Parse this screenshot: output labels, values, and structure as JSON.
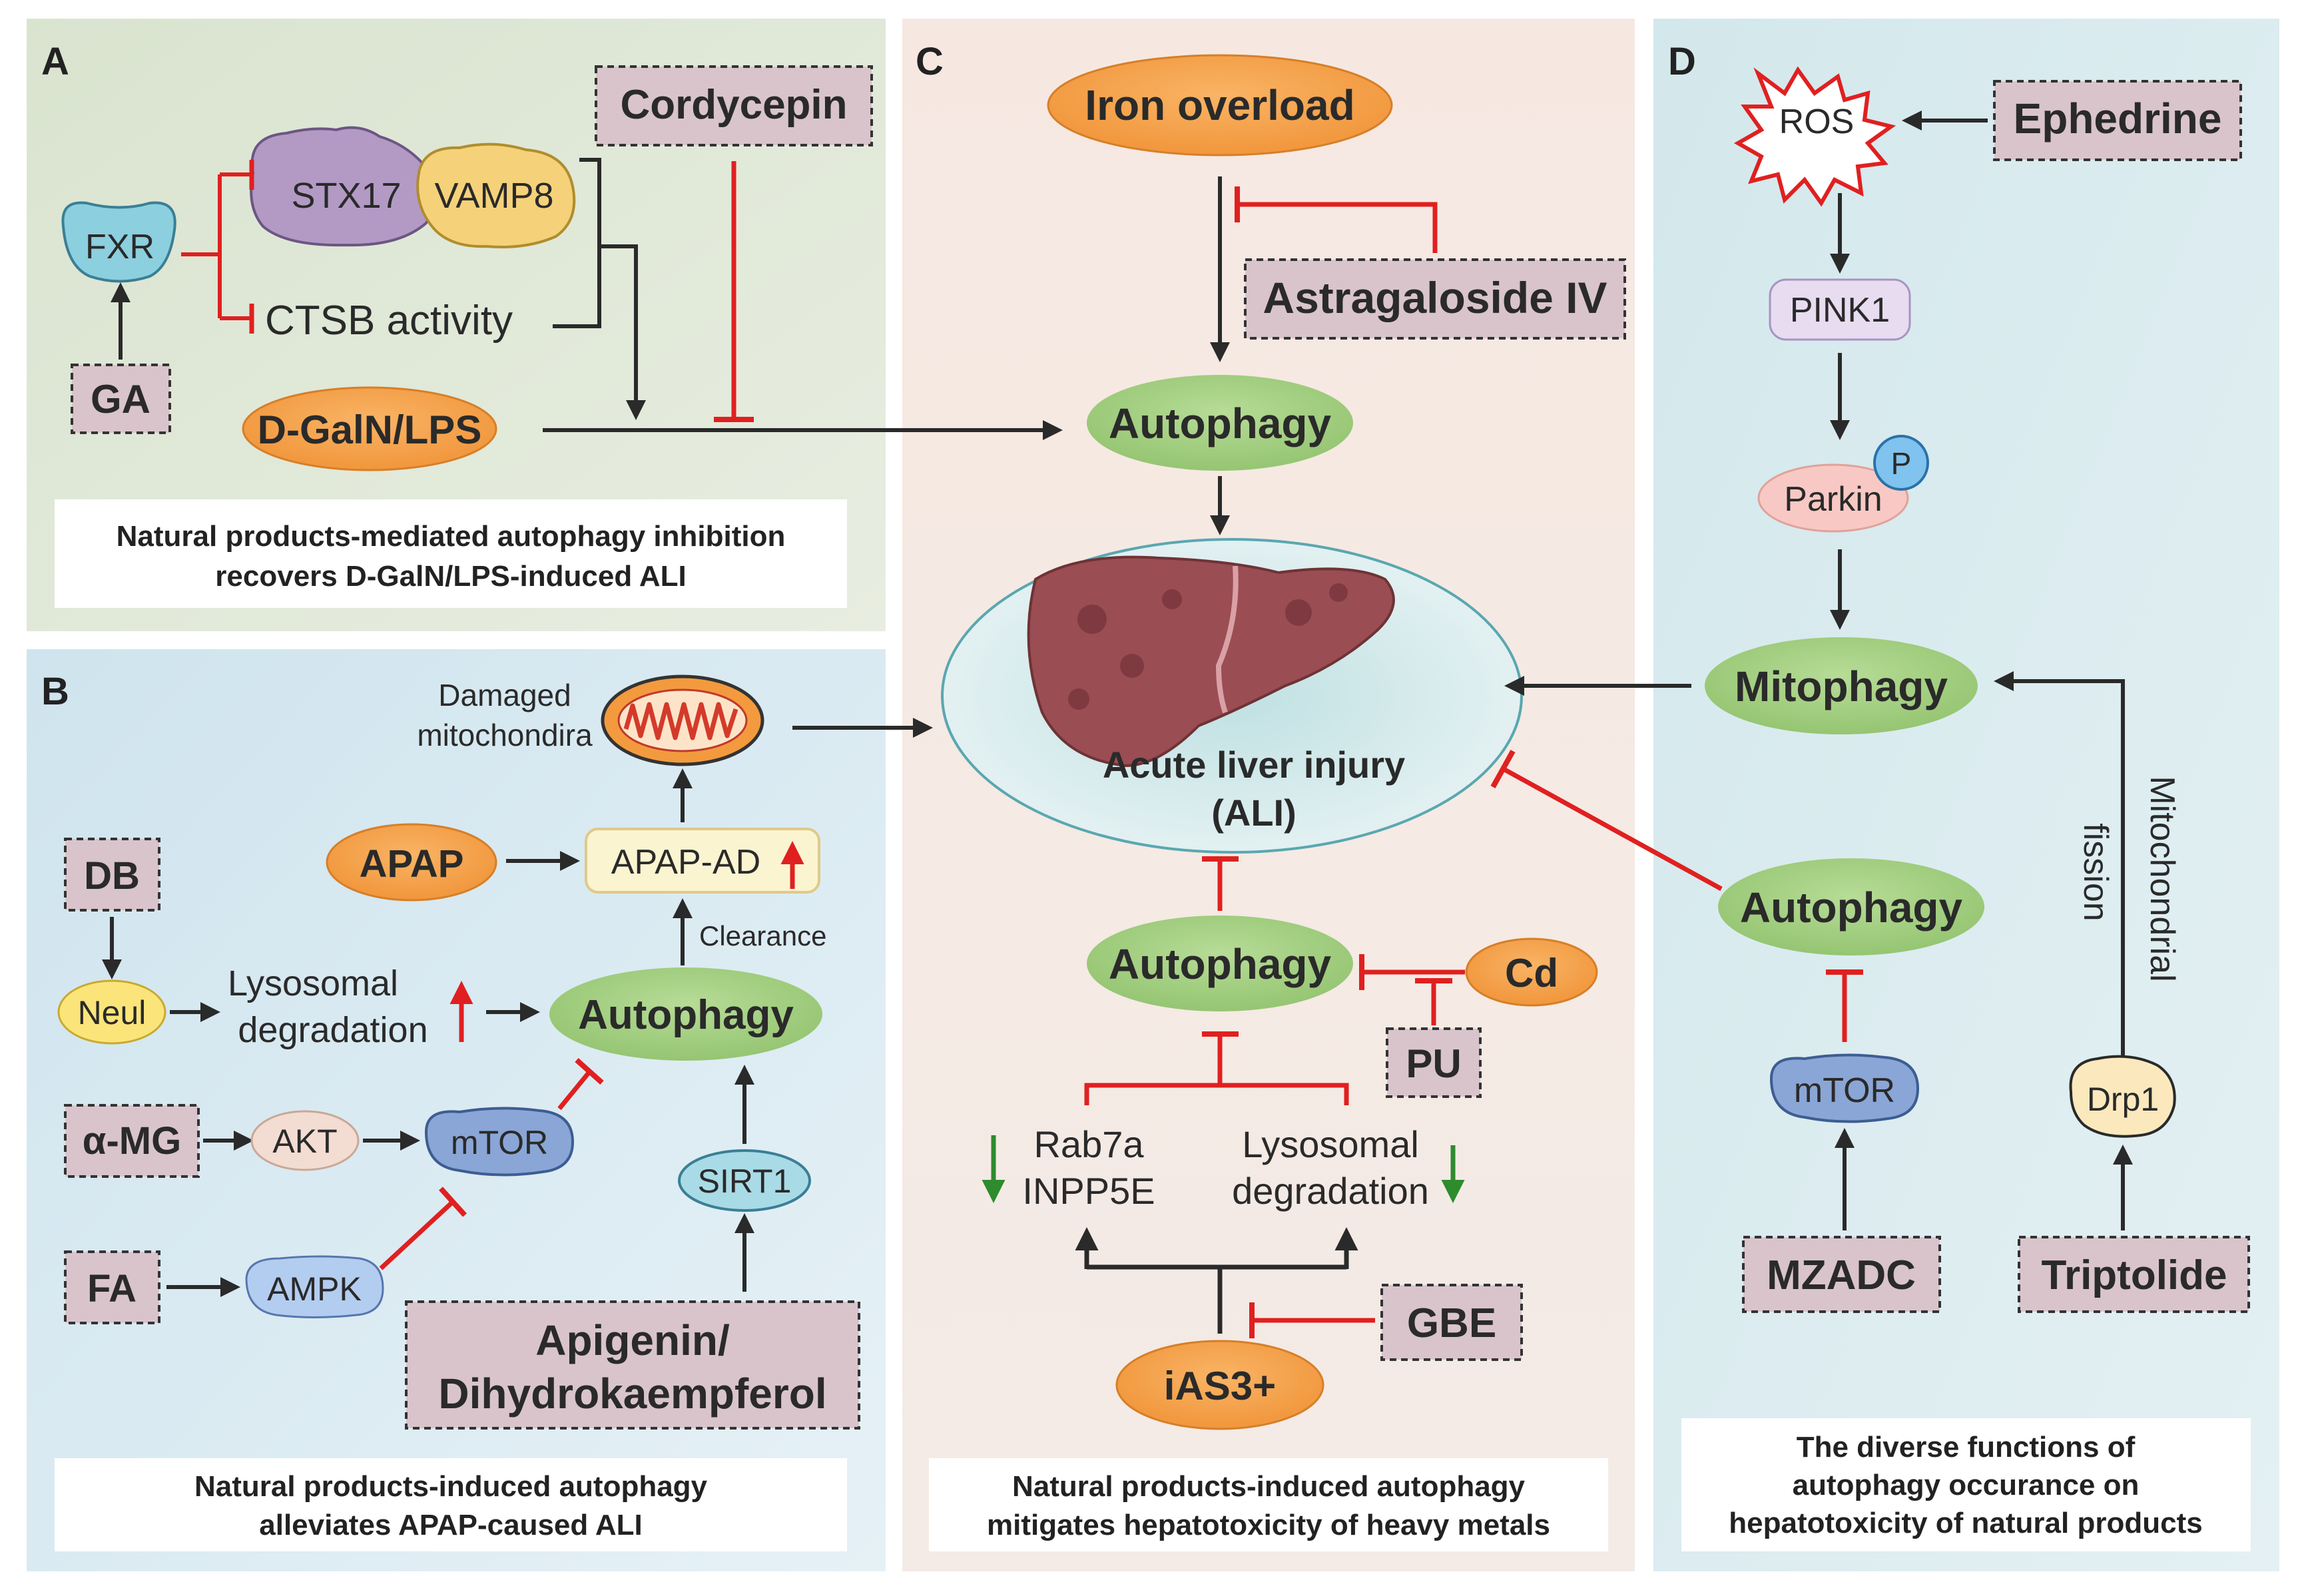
{
  "panels": {
    "a": {
      "letter": "A",
      "cordycepin": "Cordycepin",
      "fxr": "FXR",
      "stx17": "STX17",
      "vamp8": "VAMP8",
      "ctsb": "CTSB activity",
      "ga": "GA",
      "dgaln": "D-GalN/LPS",
      "caption_1": "Natural products-mediated autophagy inhibition",
      "caption_2": "recovers D-GalN/LPS-induced ALI"
    },
    "b": {
      "letter": "B",
      "damaged_1": "Damaged",
      "damaged_2": "mitochondira",
      "apap": "APAP",
      "apap_ad": "APAP-AD",
      "clearance": "Clearance",
      "db": "DB",
      "neul": "Neul",
      "lyso_1": "Lysosomal",
      "lyso_2": "degradation",
      "autophagy": "Autophagy",
      "amg": "α-MG",
      "akt": "AKT",
      "mtor": "mTOR",
      "sirt1": "SIRT1",
      "fa": "FA",
      "ampk": "AMPK",
      "apigenin_1": "Apigenin/",
      "apigenin_2": "Dihydrokaempferol",
      "caption_1": "Natural products-induced autophagy",
      "caption_2": "alleviates APAP-caused ALI"
    },
    "c": {
      "letter": "C",
      "iron": "Iron overload",
      "astragaloside": "Astragaloside IV",
      "autophagy_top": "Autophagy",
      "ali_1": "Acute liver injury",
      "ali_2": "(ALI)",
      "autophagy_mid": "Autophagy",
      "cd": "Cd",
      "pu": "PU",
      "rab7a": "Rab7a",
      "inpp5e": "INPP5E",
      "lyso_1": "Lysosomal",
      "lyso_2": "degradation",
      "gbe": "GBE",
      "ias3": "iAS3+",
      "caption_1": "Natural products-induced autophagy",
      "caption_2": "mitigates hepatotoxicity of heavy metals"
    },
    "d": {
      "letter": "D",
      "ros": "ROS",
      "ephedrine": "Ephedrine",
      "pink1": "PINK1",
      "parkin": "Parkin",
      "p": "P",
      "mitophagy": "Mitophagy",
      "mito_fission_1": "Mitochondrial",
      "mito_fission_2": "fission",
      "autophagy": "Autophagy",
      "mtor": "mTOR",
      "drp1": "Drp1",
      "mzadc": "MZADC",
      "triptolide": "Triptolide",
      "caption_1": "The diverse functions of",
      "caption_2": "autophagy occurance on",
      "caption_3": "hepatotoxicity of natural products"
    }
  },
  "colors": {
    "inhibit": "#e02020",
    "arrow": "#2a2a2a",
    "down_arrow": "#2e8b2e",
    "orange": "#f5a04a",
    "green": "#9fcc7f",
    "box": "#d9c4cc"
  }
}
